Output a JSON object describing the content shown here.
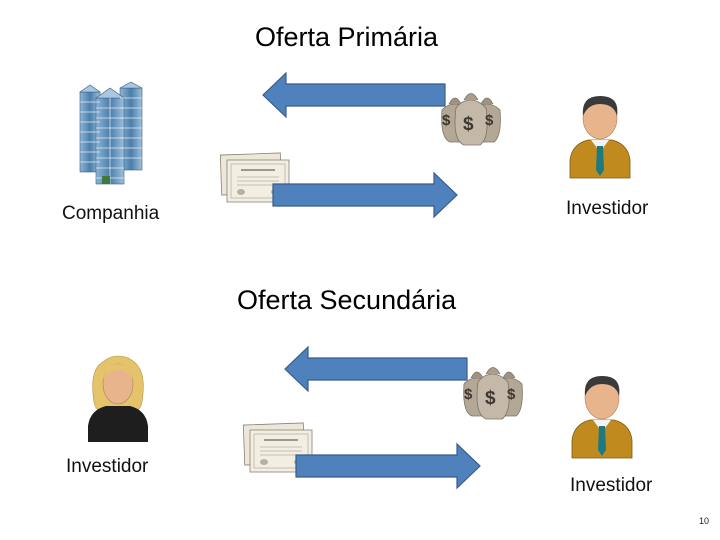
{
  "primary": {
    "title": "Oferta Primária",
    "left_label": "Companhia",
    "right_label": "Investidor"
  },
  "secondary": {
    "title": "Oferta Secundária",
    "left_label": "Investidor",
    "right_label": "Investidor"
  },
  "money_bag_symbol": "$",
  "page_number": "10",
  "colors": {
    "arrow_fill": "#4F81BD",
    "arrow_stroke": "#385D8A",
    "suit": "#C08A1E",
    "tie": "#1D7A80",
    "skin": "#E8B48C",
    "hair_dark": "#3A3A3A",
    "hair_blonde": "#E4C36A",
    "bag": "#B3A796",
    "building": "#5B8DB5"
  }
}
